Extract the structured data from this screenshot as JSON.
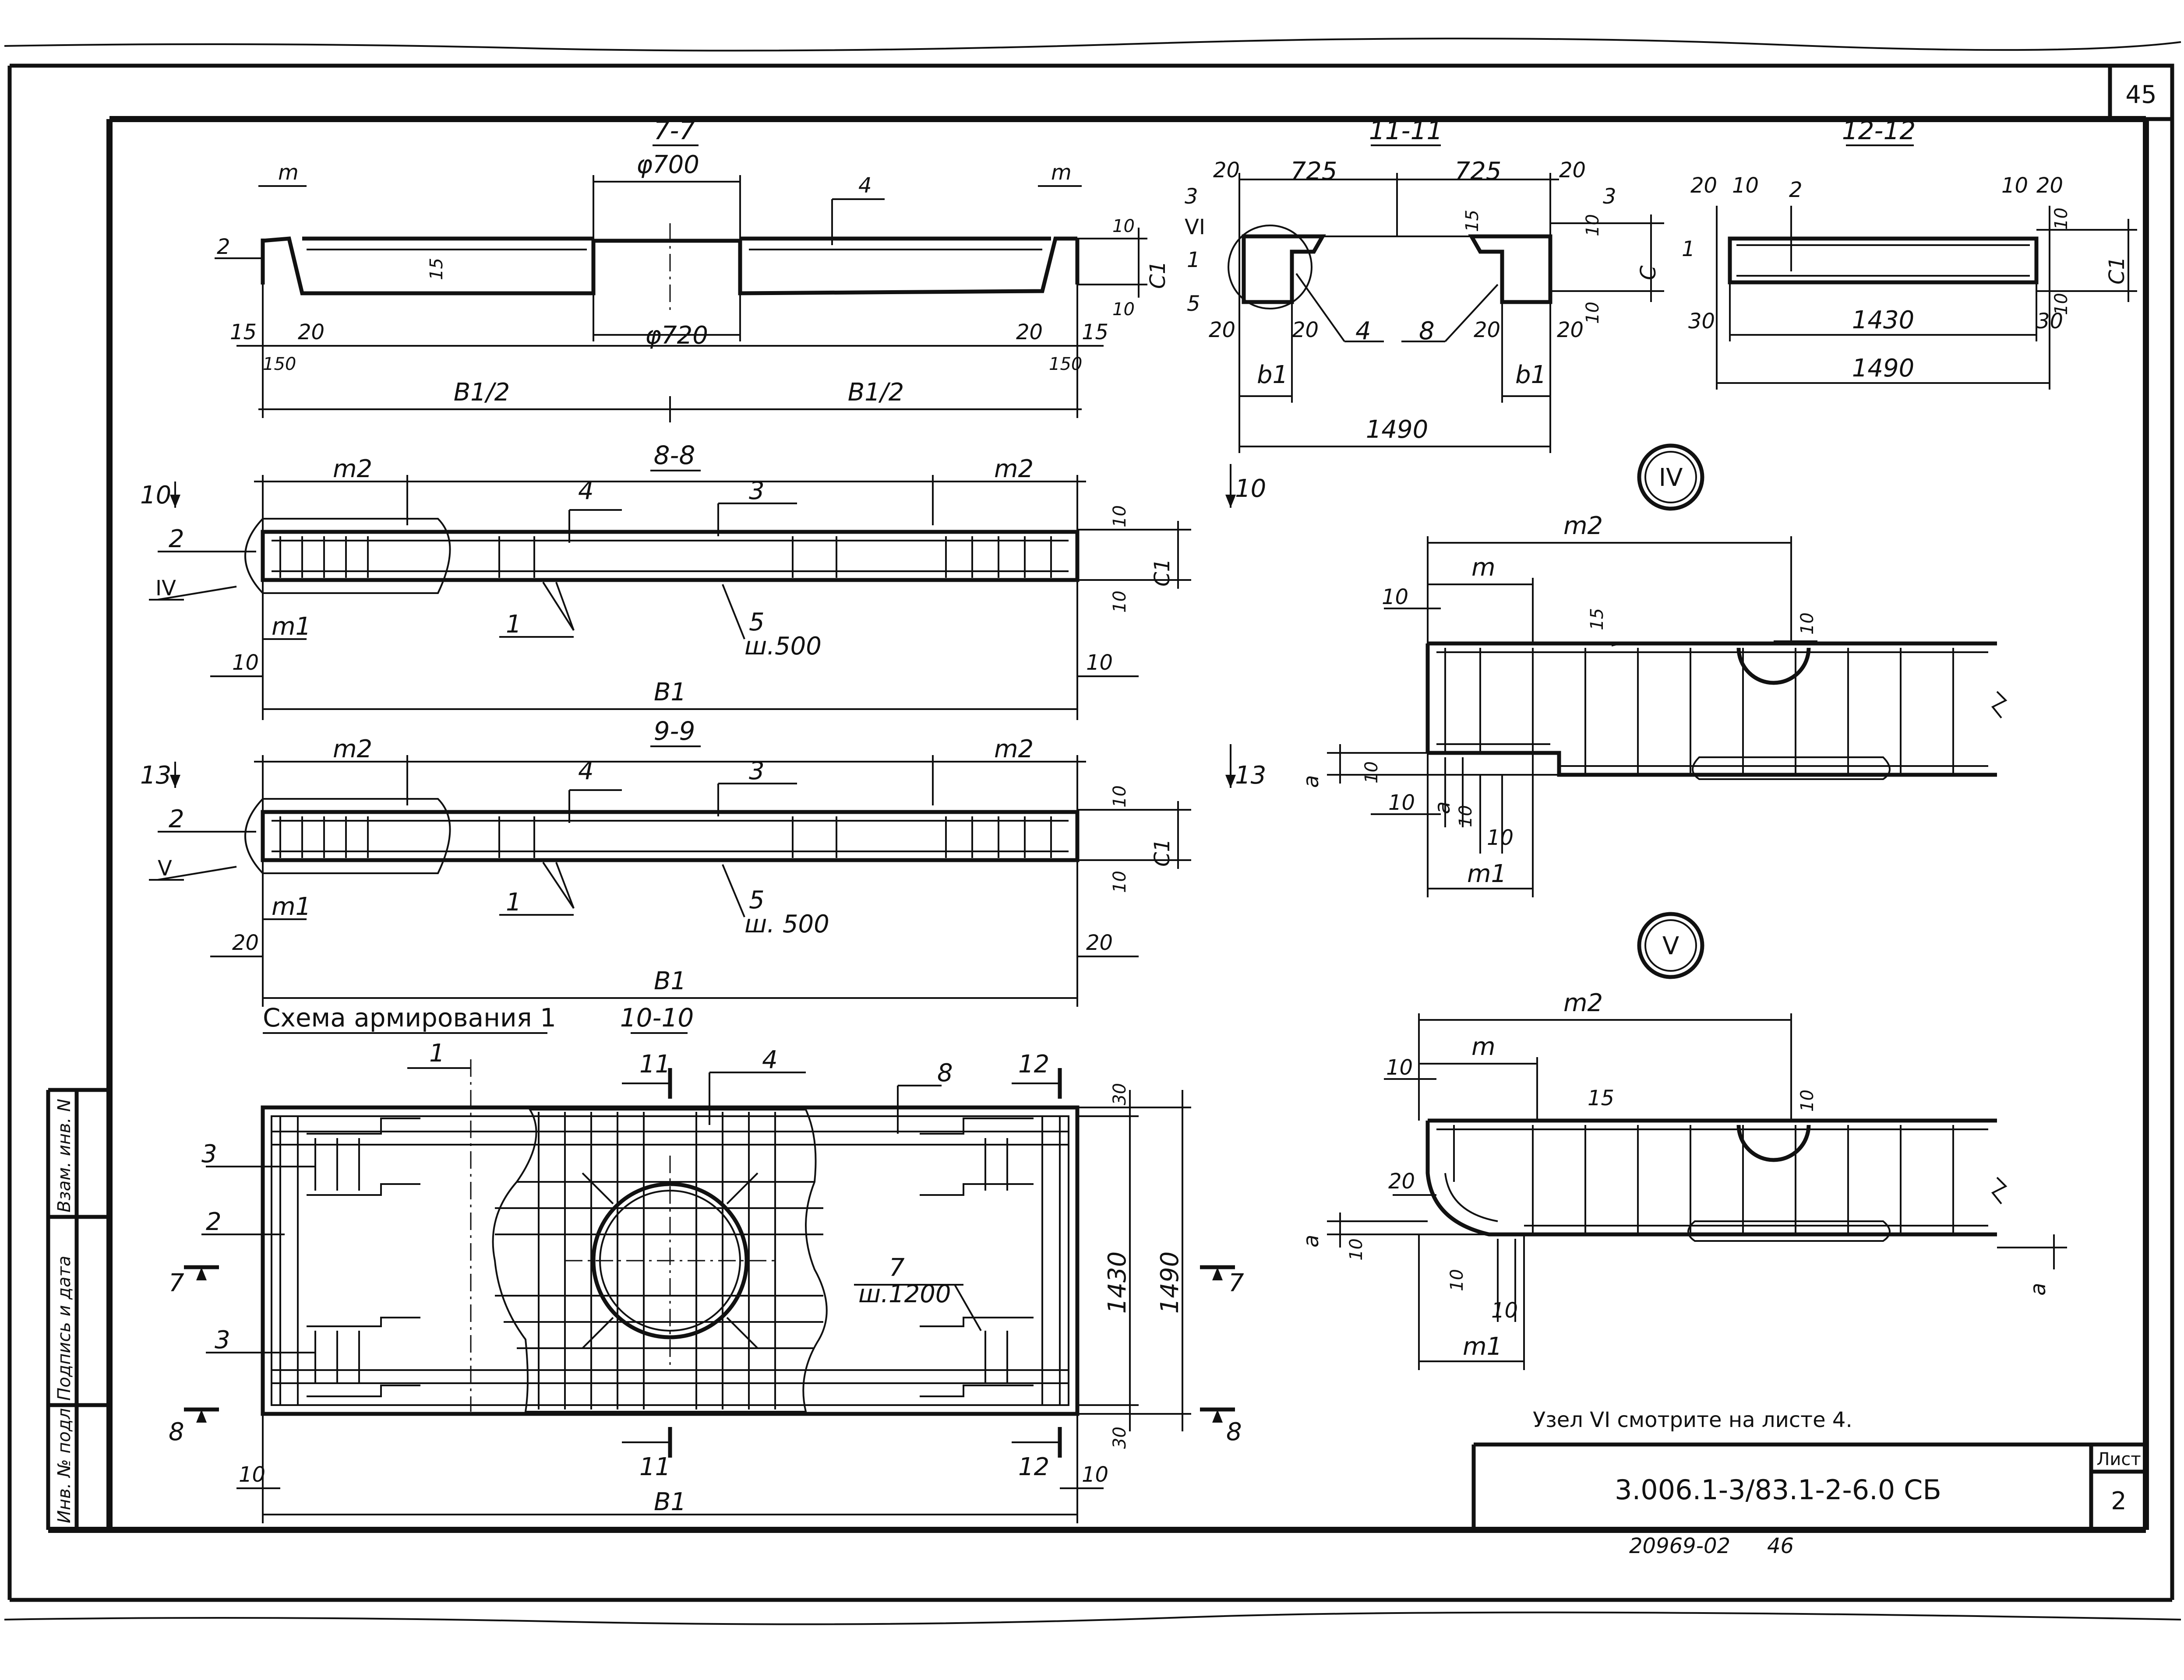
{
  "sheet": {
    "page_number": "45",
    "document_code": "3.006.1-3/83.1-2-6.0 СБ",
    "sheet_label": "Лист",
    "sheet_number": "2",
    "archive_number": "20969-02",
    "archive_page": "46",
    "note": "Узел VI смотрите на листе 4.",
    "side_stamp": [
      "Инв. № подл.",
      "Подпись и дата",
      "Взам. инв. N"
    ]
  },
  "sections": {
    "s77": {
      "title": "7-7",
      "pipe_top": "φ700",
      "pipe_bottom": "φ720",
      "half_left": "B1/2",
      "half_right": "B1/2",
      "labels": [
        "m",
        "m",
        "2",
        "4",
        "10",
        "10",
        "15",
        "20",
        "20",
        "15",
        "150",
        "150",
        "15",
        "C1"
      ]
    },
    "s1111": {
      "title": "11-11",
      "top_dims": [
        "20",
        "725",
        "725",
        "20"
      ],
      "labels": [
        "3",
        "VI",
        "1",
        "5",
        "3",
        "15",
        "10",
        "C",
        "10",
        "20",
        "20",
        "4",
        "8",
        "20",
        "20",
        "b1",
        "b1"
      ],
      "total": "1490"
    },
    "s1212": {
      "title": "12-12",
      "labels": [
        "20",
        "10",
        "2",
        "10",
        "20",
        "1",
        "10",
        "C1",
        "10",
        "30",
        "30"
      ],
      "inner": "1430",
      "total": "1490"
    },
    "s88": {
      "title": "8-8",
      "labels": [
        "m2",
        "m2",
        "4",
        "3",
        "2",
        "IV",
        "10",
        "10",
        "1",
        "5",
        "ш.500",
        "m1",
        "10",
        "10",
        "10",
        "10",
        "C1"
      ],
      "width": "B1"
    },
    "s99": {
      "title": "9-9",
      "labels": [
        "m2",
        "m2",
        "4",
        "3",
        "2",
        "V",
        "13",
        "13",
        "1",
        "5",
        "ш. 500",
        "m1",
        "20",
        "20",
        "10",
        "10",
        "C1"
      ],
      "width": "B1"
    },
    "s1010": {
      "title": "10-10",
      "scheme": "Схема армирования 1",
      "labels": [
        "1",
        "4",
        "8",
        "11",
        "12",
        "3",
        "2",
        "3",
        "7",
        "ш.1200",
        "7",
        "7",
        "8",
        "8",
        "11",
        "12",
        "10",
        "10",
        "30",
        "30"
      ],
      "inner": "1430",
      "total": "1490",
      "width": "B1"
    },
    "node4": {
      "mark": "IV",
      "labels": [
        "m2",
        "m",
        "10",
        "15",
        "10",
        "a",
        "10",
        "10",
        "a",
        "10",
        "10"
      ],
      "bottom": "m1"
    },
    "node5": {
      "mark": "V",
      "labels": [
        "m2",
        "m",
        "10",
        "15",
        "10",
        "20",
        "a",
        "10",
        "10",
        "10",
        "a"
      ],
      "bottom": "m1"
    }
  }
}
